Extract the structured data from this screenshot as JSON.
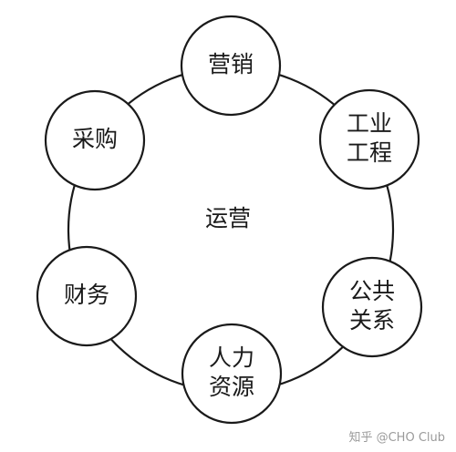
{
  "diagram": {
    "center": {
      "label": "运营"
    },
    "nodes": [
      {
        "id": "marketing",
        "lines": [
          "营销"
        ]
      },
      {
        "id": "industrial-engineering",
        "lines": [
          "工业",
          "工程"
        ]
      },
      {
        "id": "public-relations",
        "lines": [
          "公共",
          "关系"
        ]
      },
      {
        "id": "human-resources",
        "lines": [
          "人力",
          "资源"
        ]
      },
      {
        "id": "finance",
        "lines": [
          "财务"
        ]
      },
      {
        "id": "purchasing",
        "lines": [
          "采购"
        ]
      }
    ]
  },
  "watermark": {
    "text": "知乎 @CHO Club"
  }
}
